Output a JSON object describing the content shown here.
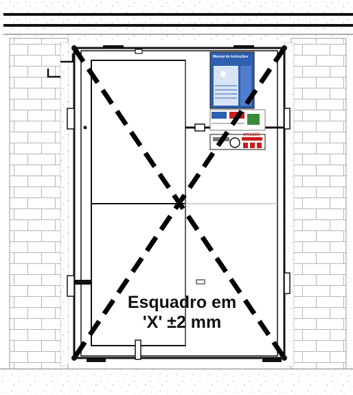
{
  "annotation": {
    "line1": "Esquadro em",
    "line2": "'X' ±2 mm"
  },
  "manual_sticker": {
    "title": "Manual de Instruções"
  },
  "warning_sticker": {
    "title": "ATENÇÃO"
  },
  "colors": {
    "line": "#111111",
    "dashed_x": "#000000",
    "brick_mortar": "#bbbbbb",
    "manual_blue": "#2f5fae",
    "warning_red": "#c81e1e"
  }
}
